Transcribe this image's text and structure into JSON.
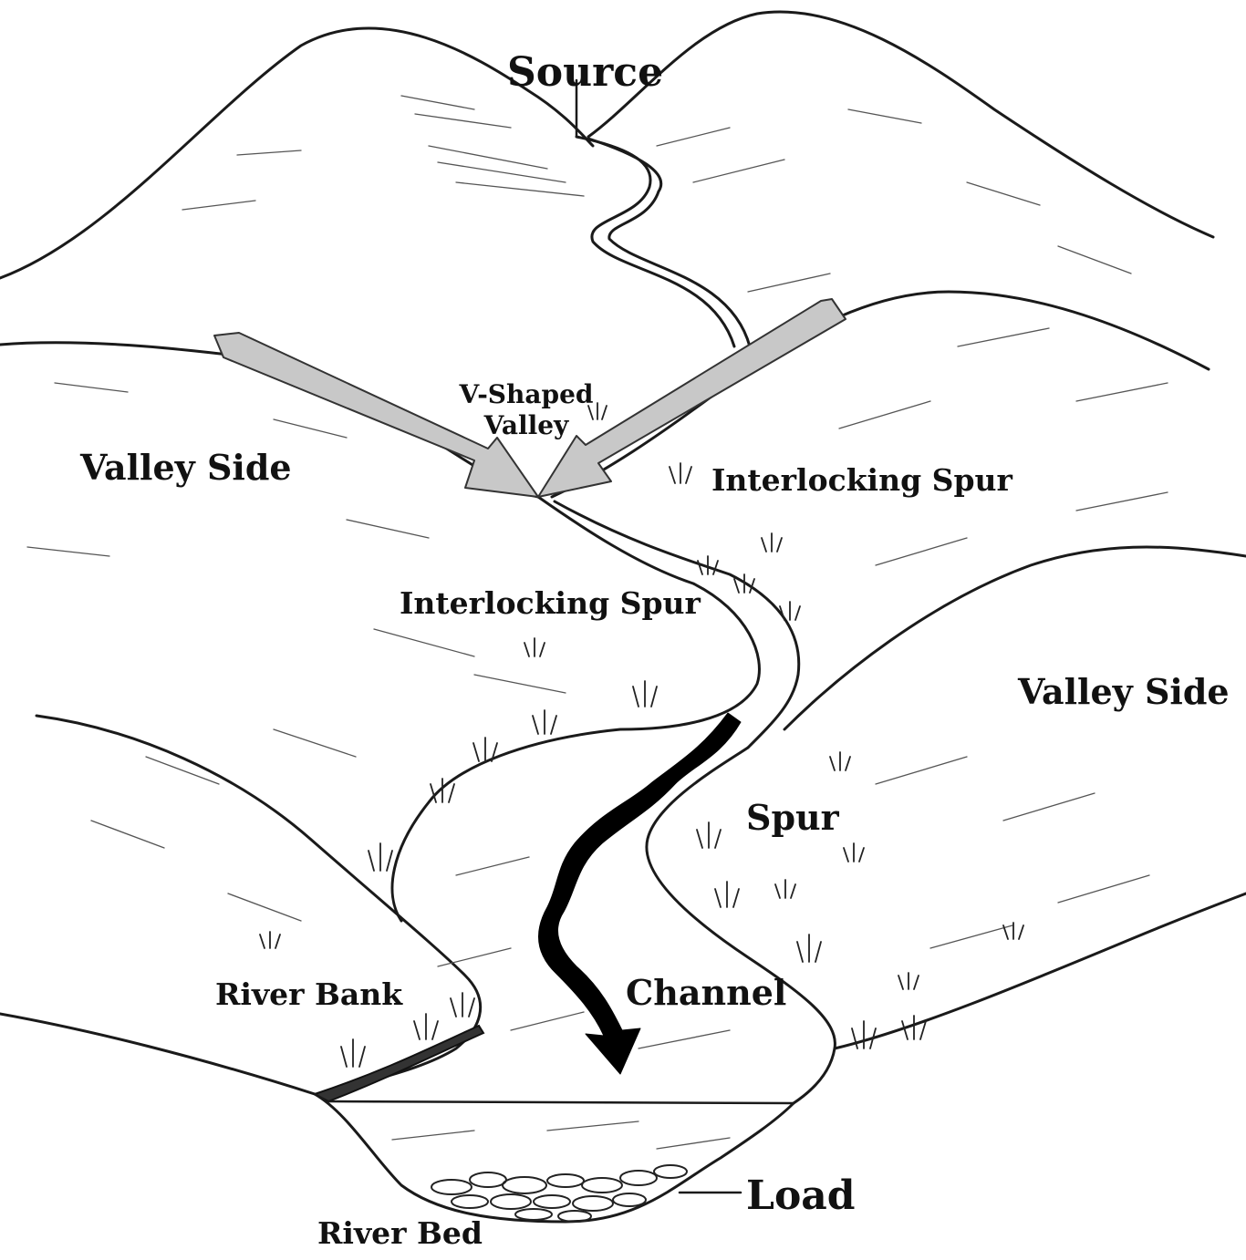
{
  "labels": {
    "source": "Source",
    "v_shaped_valley": "V-Shaped\nValley",
    "valley_side_left": "Valley Side",
    "interlocking_spur_right": "Interlocking Spur",
    "interlocking_spur_center": "Interlocking Spur",
    "valley_side_right": "Valley Side",
    "spur": "Spur",
    "river_bank": "River Bank",
    "channel": "Channel",
    "load": "Load",
    "river_bed": "River Bed"
  },
  "colors": {
    "ink": "#1a1a1a",
    "arrow_gray": "#c8c8c8",
    "flow_arrow": "#000000",
    "paper": "#ffffff"
  }
}
